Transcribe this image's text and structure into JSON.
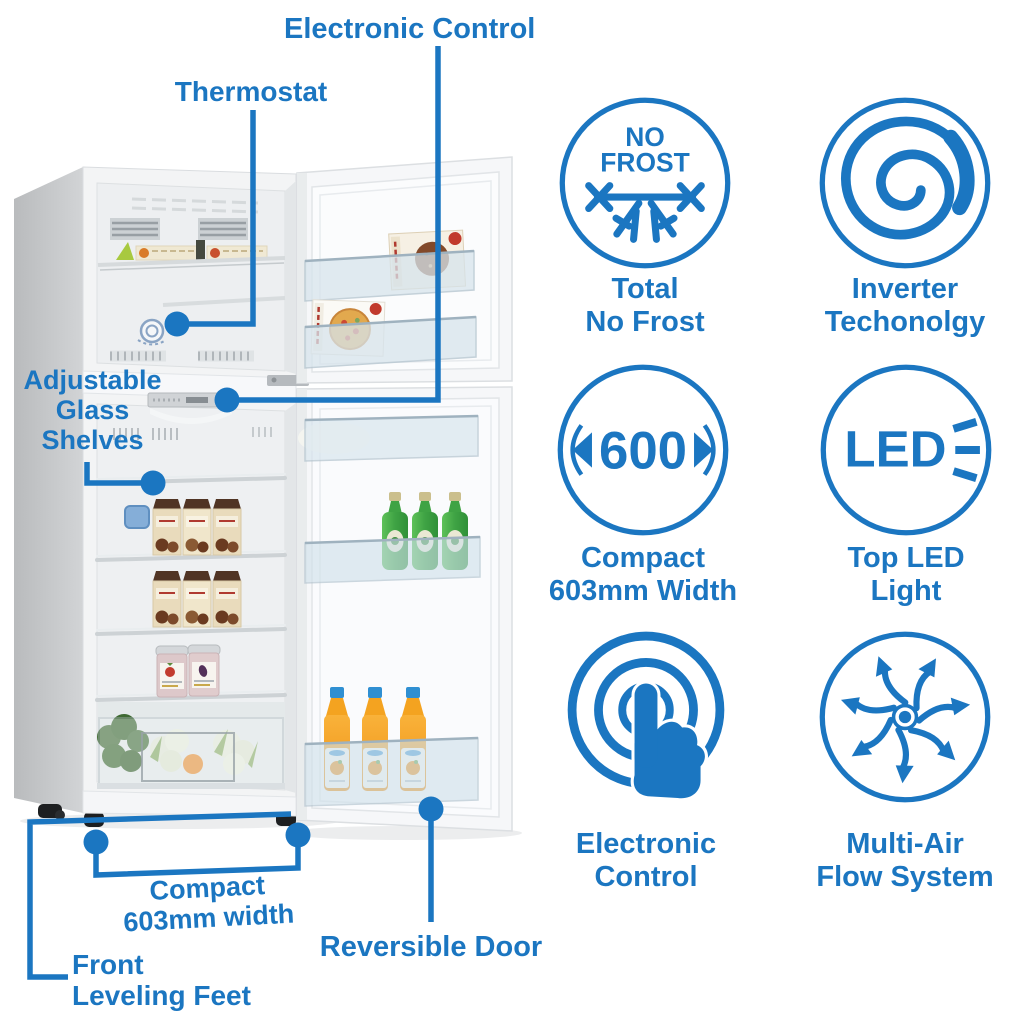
{
  "accent": "#1b76c1",
  "callouts": {
    "electronic_control": {
      "label": "Electronic Control"
    },
    "thermostat": {
      "label": "Thermostat"
    },
    "shelves": {
      "line1": "Adjustable",
      "line2": "Glass",
      "line3": "Shelves"
    },
    "compact_width": {
      "line1": "Compact",
      "line2": "603mm width"
    },
    "leveling_feet": {
      "line1": "Front",
      "line2": "Leveling Feet"
    },
    "reversible_door": {
      "label": "Reversible Door"
    }
  },
  "features": [
    {
      "id": "total-no-frost",
      "icon_text_line1": "NO",
      "icon_text_line2": "FROST",
      "label_line1": "Total",
      "label_line2": "No Frost"
    },
    {
      "id": "inverter-technology",
      "label_line1": "Inverter",
      "label_line2": "Techonolgy"
    },
    {
      "id": "compact-width",
      "icon_text": "600",
      "label_line1": "Compact",
      "label_line2": "603mm Width"
    },
    {
      "id": "top-led-light",
      "icon_text": "LED",
      "label_line1": "Top LED",
      "label_line2": "Light"
    },
    {
      "id": "electronic-control",
      "label_line1": "Electronic",
      "label_line2": "Control"
    },
    {
      "id": "multi-air-flow",
      "label_line1": "Multi-Air",
      "label_line2": "Flow System"
    }
  ]
}
